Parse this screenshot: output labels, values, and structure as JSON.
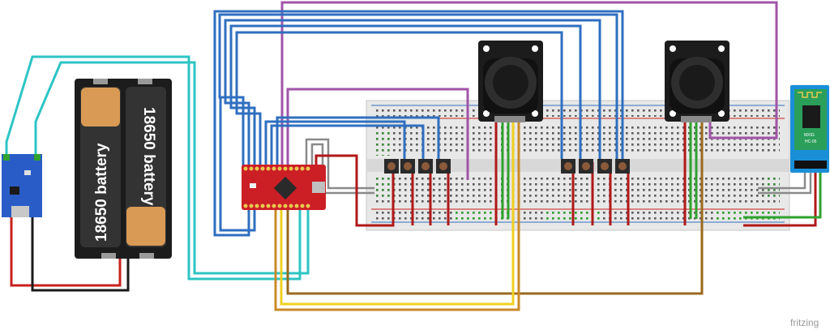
{
  "battery": {
    "cell1_label": "18650 battery",
    "cell2_label": "18650 battery"
  },
  "bluetooth": {
    "chip_label": "MXIG",
    "module_text": "HC-05"
  },
  "watermark": "fritzing",
  "colors": {
    "wire_blue": "#2f6fc0",
    "wire_purple": "#a154a8",
    "wire_cyan": "#2ec4c4",
    "wire_red": "#c8201d",
    "wire_black": "#1a1a1a",
    "wire_green": "#2fa22f",
    "wire_brown": "#9a6a1c",
    "wire_yellow": "#f0d020",
    "wire_orange": "#c98a28",
    "wire_gray": "#8a8a8a",
    "breadboard": "#e6e6e6",
    "arduino": "#cc1e25",
    "charger": "#2a5cc8",
    "bt_module": "#1a8fd8"
  }
}
